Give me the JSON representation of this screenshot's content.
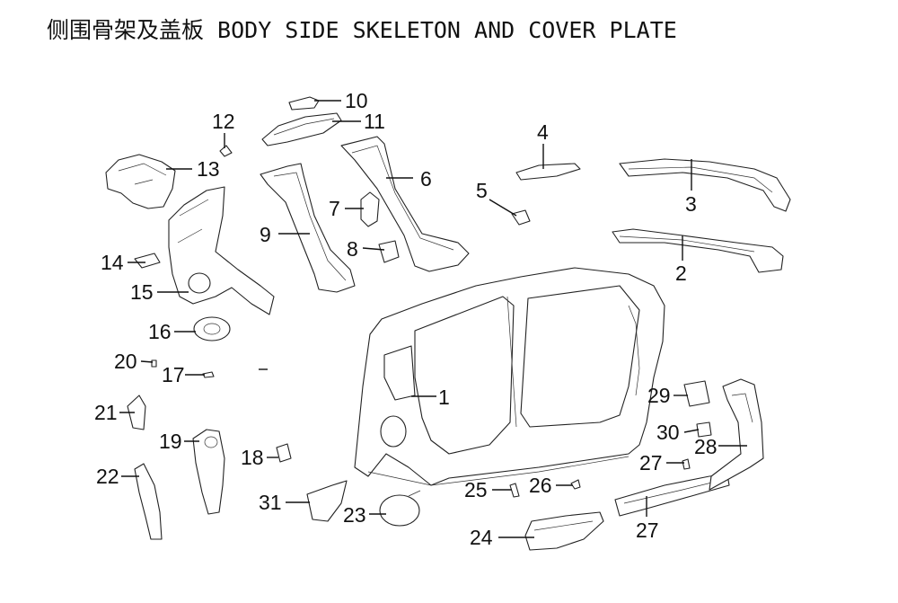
{
  "title": "侧围骨架及盖板 BODY SIDE SKELETON AND COVER PLATE",
  "callouts": {
    "c1": "1",
    "c2": "2",
    "c3": "3",
    "c4": "4",
    "c5": "5",
    "c6": "6",
    "c7": "7",
    "c8": "8",
    "c9": "9",
    "c10": "10",
    "c11": "11",
    "c12": "12",
    "c13": "13",
    "c14": "14",
    "c15": "15",
    "c16": "16",
    "c17": "17",
    "c18": "18",
    "c19": "19",
    "c20": "20",
    "c21": "21",
    "c22": "22",
    "c23": "23",
    "c24": "24",
    "c25": "25",
    "c26": "26",
    "c27a": "27",
    "c27b": "27",
    "c28": "28",
    "c29": "29",
    "c30": "30",
    "c31": "31"
  }
}
